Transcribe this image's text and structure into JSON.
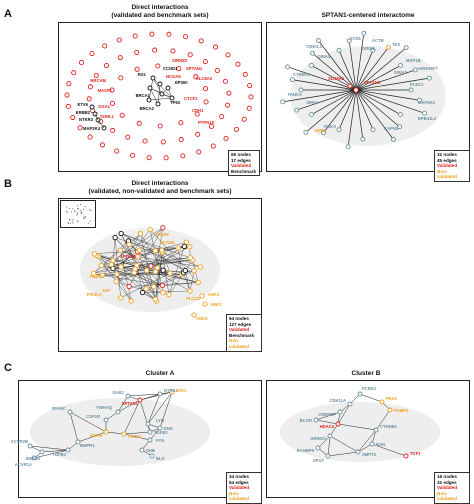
{
  "panels": {
    "A": {
      "letter": "A",
      "left_title": "Direct interactions\n(validated and benchmark sets)",
      "right_title": "SPTAN1-centered interactome",
      "left_legend": {
        "nodes": "66 nodes",
        "edges": "17 edges",
        "cat1": "Validated",
        "cat2": "Benchmark"
      },
      "right_legend": {
        "nodes": "32 nodes",
        "edges": "45 edges",
        "cat1": "Validated",
        "cat2": "Non-validated"
      },
      "left_labels": [
        {
          "t": "CCND1",
          "c": "black"
        },
        {
          "t": "RS1",
          "c": "black"
        },
        {
          "t": "EP300",
          "c": "black"
        },
        {
          "t": "BRCA1",
          "c": "black"
        },
        {
          "t": "TP53",
          "c": "black"
        },
        {
          "t": "BRCA2",
          "c": "black"
        },
        {
          "t": "ETV6",
          "c": "black"
        },
        {
          "t": "ERBB2",
          "c": "black"
        },
        {
          "t": "NTKR3",
          "c": "black"
        },
        {
          "t": "MAP2K4",
          "c": "black"
        },
        {
          "t": "SIRN2D",
          "c": "red"
        },
        {
          "t": "SPTAN1",
          "c": "red"
        },
        {
          "t": "SLC8A2",
          "c": "red"
        },
        {
          "t": "NCOA6",
          "c": "red"
        },
        {
          "t": "NRCAM",
          "c": "red"
        },
        {
          "t": "MACF1",
          "c": "red"
        },
        {
          "t": "CTCF1",
          "c": "red"
        },
        {
          "t": "CDH1",
          "c": "red"
        },
        {
          "t": "GGA1",
          "c": "red"
        },
        {
          "t": "SORL1",
          "c": "red"
        },
        {
          "t": "PTPN18",
          "c": "red"
        }
      ],
      "right_labels": [
        {
          "t": "SYN1",
          "c": "gray"
        },
        {
          "t": "ACTB",
          "c": "gray"
        },
        {
          "t": "TES",
          "c": "gray"
        },
        {
          "t": "TSNCL1",
          "c": "gray"
        },
        {
          "t": "GRIA4",
          "c": "gray"
        },
        {
          "t": "ARHGEF7",
          "c": "gray"
        },
        {
          "t": "CTNNA1",
          "c": "gray"
        },
        {
          "t": "FANCA",
          "c": "gray"
        },
        {
          "t": "PLEC1",
          "c": "gray"
        },
        {
          "t": "SIPA1",
          "c": "gray"
        },
        {
          "t": "MAP3K3",
          "c": "gray"
        },
        {
          "t": "MAP1B",
          "c": "gray"
        },
        {
          "t": "EPB41L2",
          "c": "gray"
        },
        {
          "t": "RBKS",
          "c": "gray"
        },
        {
          "t": "CAPN3",
          "c": "gray"
        },
        {
          "t": "GRIN1",
          "c": "gray"
        },
        {
          "t": "GRIA2",
          "c": "gray"
        },
        {
          "t": "SLC8A2",
          "c": "red"
        },
        {
          "t": "SPTAN1",
          "c": "red"
        },
        {
          "t": "ANK1",
          "c": "orange"
        }
      ]
    },
    "B": {
      "letter": "B",
      "title": "Direct interactions\n(validated, non-validated and benchmark sets)",
      "legend": {
        "nodes": "94 nodes",
        "edges": "127 edges",
        "cat1": "Validated",
        "cat2": "Benchmark",
        "cat3": "Non-validated"
      },
      "labels": [
        {
          "t": "PAURI",
          "c": "orange"
        },
        {
          "t": "NCAM1",
          "c": "orange"
        },
        {
          "t": "PLCG1",
          "c": "orange"
        },
        {
          "t": "PIK3CA",
          "c": "orange"
        },
        {
          "t": "JUP",
          "c": "orange"
        },
        {
          "t": "PLCG1",
          "c": "orange"
        },
        {
          "t": "ANK1",
          "c": "orange"
        },
        {
          "t": "ANK2",
          "c": "orange"
        },
        {
          "t": "ANK3",
          "c": "orange"
        },
        {
          "t": "SPTAN1",
          "c": "red"
        }
      ]
    },
    "C": {
      "letter": "C",
      "left_title": "Cluster A",
      "right_title": "Cluster B",
      "left_legend": {
        "nodes": "34 nodes",
        "edges": "54 edges",
        "cat1": "Validated",
        "cat2": "Non-validated"
      },
      "right_legend": {
        "nodes": "18 nodes",
        "edges": "32 edges",
        "cat1": "Validated",
        "cat2": "Non-validated"
      },
      "left_labels": [
        {
          "t": "GAB1",
          "c": "gray"
        },
        {
          "t": "NTRK1",
          "c": "gray"
        },
        {
          "t": "VAV1",
          "c": "orange"
        },
        {
          "t": "SPTAN1",
          "c": "red"
        },
        {
          "t": "YWHAQ",
          "c": "gray"
        },
        {
          "t": "CSF1R",
          "c": "gray"
        },
        {
          "t": "SPARC",
          "c": "gray"
        },
        {
          "t": "MYH9",
          "c": "orange"
        },
        {
          "t": "PLCG1",
          "c": "orange"
        },
        {
          "t": "TGFB2",
          "c": "gray"
        },
        {
          "t": "ACVR2B",
          "c": "gray"
        },
        {
          "t": "SMAD3",
          "c": "gray"
        },
        {
          "t": "ACVR1A",
          "c": "gray"
        },
        {
          "t": "TGFB3",
          "c": "gray"
        },
        {
          "t": "BMPR1",
          "c": "gray"
        },
        {
          "t": "LYN",
          "c": "gray"
        },
        {
          "t": "ENG",
          "c": "gray"
        },
        {
          "t": "FYN",
          "c": "gray"
        },
        {
          "t": "SHB",
          "c": "gray"
        },
        {
          "t": "BLK",
          "c": "gray"
        }
      ],
      "right_labels": [
        {
          "t": "PCBD1",
          "c": "gray"
        },
        {
          "t": "PEX1",
          "c": "orange"
        },
        {
          "t": "PXMP2",
          "c": "orange"
        },
        {
          "t": "CDK11A",
          "c": "gray"
        },
        {
          "t": "CREBBP",
          "c": "gray"
        },
        {
          "t": "BCOR",
          "c": "gray"
        },
        {
          "t": "HDAC4",
          "c": "red"
        },
        {
          "t": "GRIN2A",
          "c": "gray"
        },
        {
          "t": "CTNNB1",
          "c": "gray"
        },
        {
          "t": "RAN",
          "c": "gray"
        },
        {
          "t": "TCF1",
          "c": "red"
        },
        {
          "t": "RANBP9",
          "c": "gray"
        },
        {
          "t": "XPO7",
          "c": "gray"
        },
        {
          "t": "SMPT3",
          "c": "gray"
        }
      ]
    }
  },
  "colors": {
    "validated": "#e0201a",
    "benchmark": "#111111",
    "nonvalidated": "#f0a020",
    "gray_node": "#6a8fa0",
    "edge": "#222222"
  }
}
